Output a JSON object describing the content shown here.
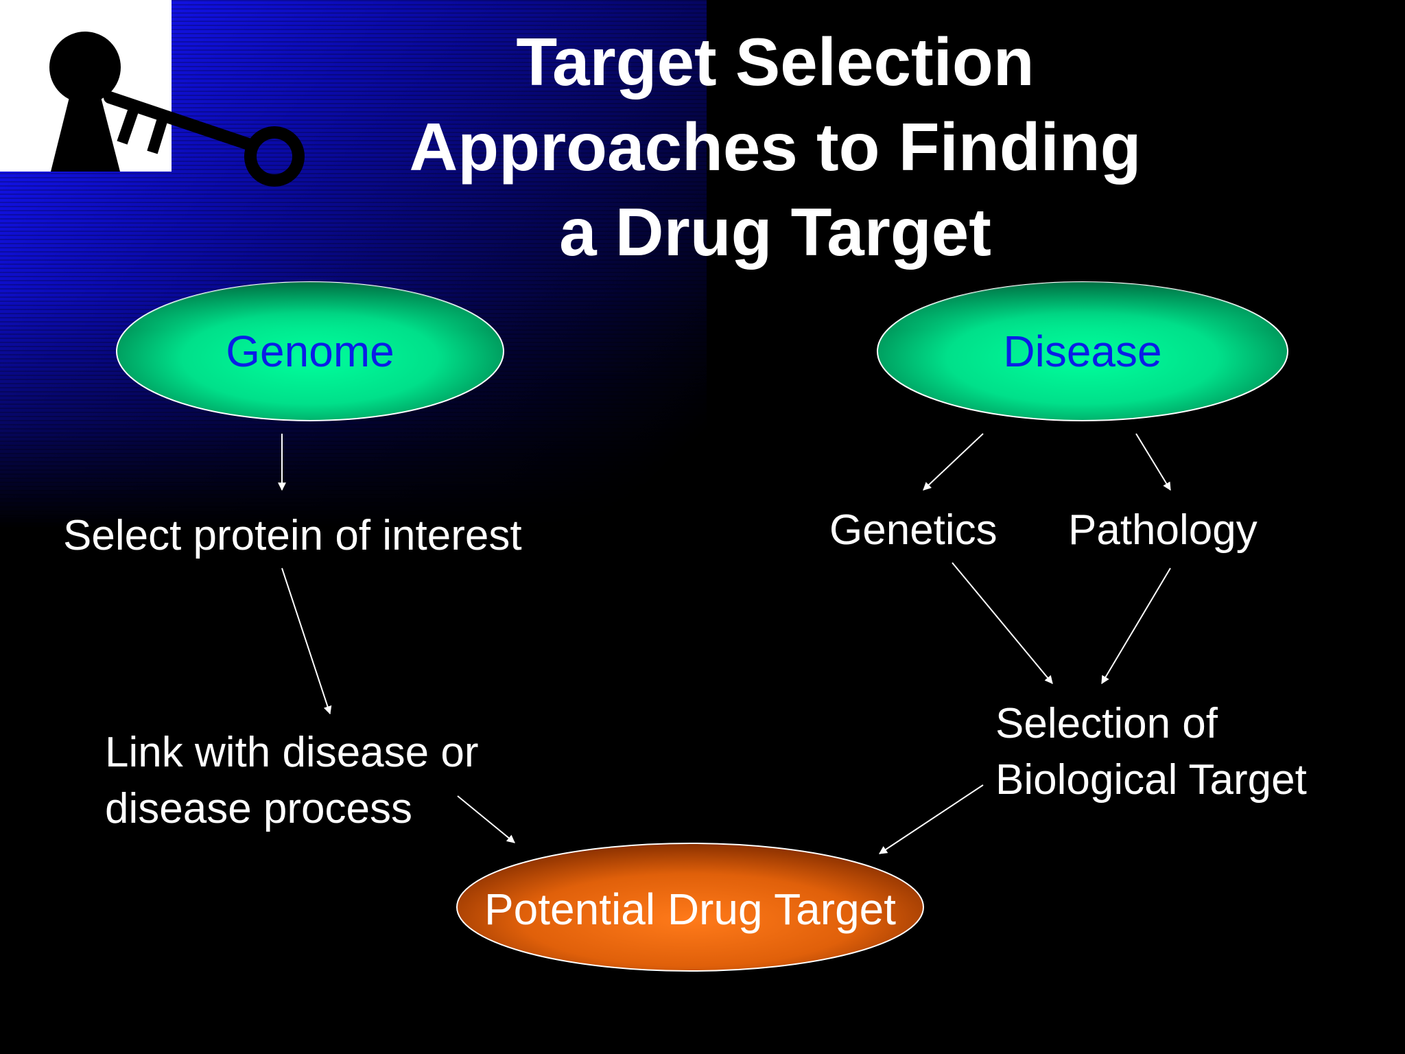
{
  "slide": {
    "title_lines": [
      "Target Selection",
      "Approaches to Finding",
      "a Drug Target"
    ]
  },
  "logo": {
    "icon": "keyhole-and-key-icon"
  },
  "nodes": {
    "genome": "Genome",
    "disease": "Disease",
    "select_protein": "Select protein of interest",
    "genetics": "Genetics",
    "pathology": "Pathology",
    "link_with_disease": [
      "Link with disease or",
      "disease process"
    ],
    "selection_of_target": [
      "Selection of",
      "Biological Target"
    ],
    "potential_target": "Potential Drug Target"
  },
  "colors": {
    "background": "#000000",
    "start_ellipse": "#00e08a",
    "start_ellipse_text": "#0a1ee6",
    "result_ellipse": "#e0600a",
    "text": "#ffffff"
  }
}
